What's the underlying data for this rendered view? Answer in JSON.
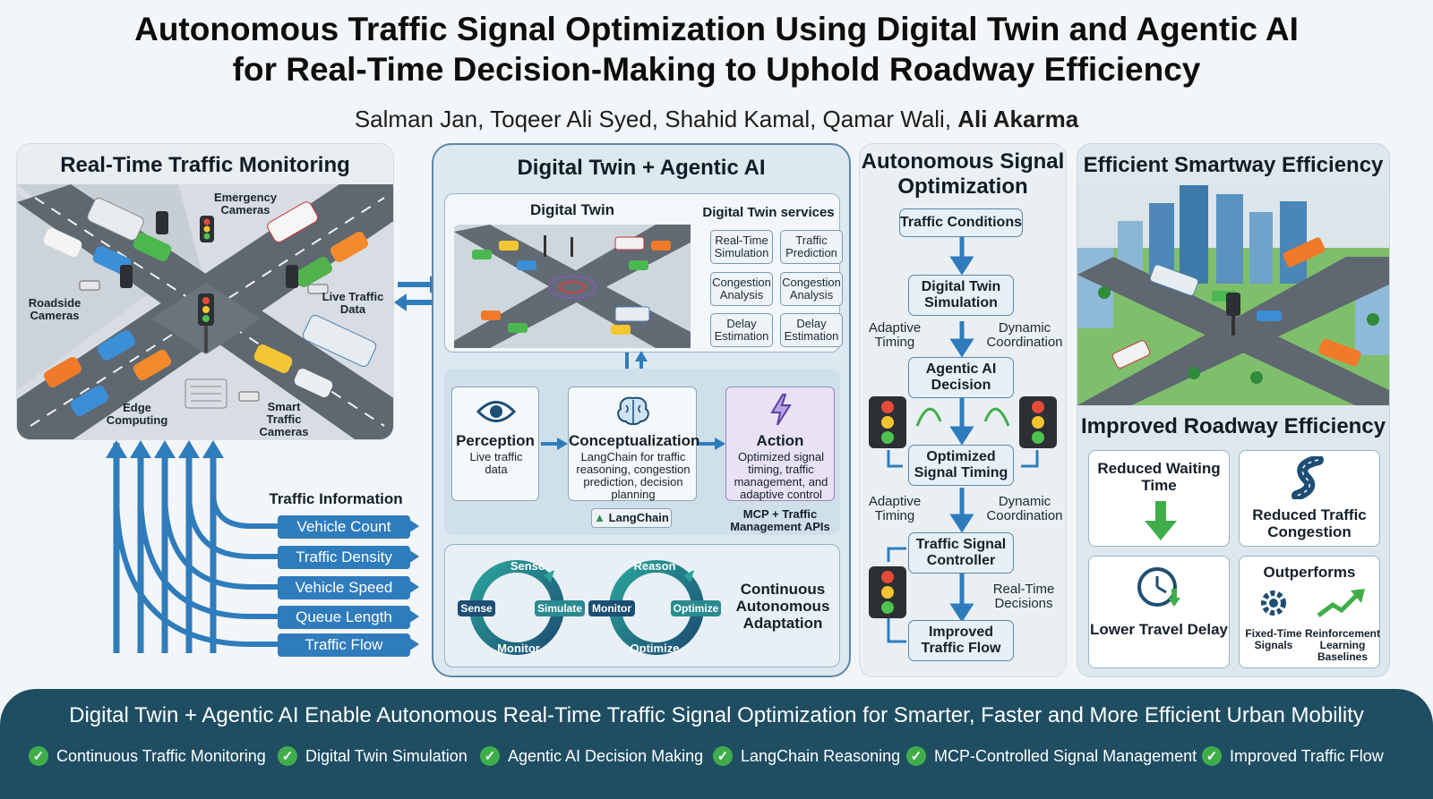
{
  "title_line1": "Autonomous Traffic Signal Optimization Using Digital Twin and Agentic AI",
  "title_line2": "for Real-Time Decision-Making to Uphold Roadway Efficiency",
  "authors": {
    "regular": "Salman Jan, Toqeer Ali Syed, Shahid Kamal, Qamar Wali, ",
    "bold": "Ali Akarma"
  },
  "monitoring": {
    "title": "Real-Time Traffic Monitoring",
    "labels": {
      "emergency_cameras": "Emergency Cameras",
      "roadside_cameras": "Roadside Cameras",
      "live_traffic_data": "Live Traffic Data",
      "edge_computing": "Edge Computing",
      "smart_traffic_cameras": "Smart Traffic Cameras"
    }
  },
  "traffic_info": {
    "title": "Traffic Information",
    "items": [
      "Vehicle Count",
      "Traffic Density",
      "Vehicle Speed",
      "Queue Length",
      "Traffic Flow"
    ]
  },
  "dt_panel": {
    "title": "Digital Twin + Agentic AI",
    "digital_twin_label": "Digital Twin",
    "services_title": "Digital Twin services",
    "services": [
      "Real-Time Simulation",
      "Traffic Prediction",
      "Congestion Analysis",
      "Congestion Analysis",
      "Delay Estimation",
      "Delay Estimation"
    ],
    "perception": {
      "title": "Perception",
      "desc": "Live traffic data"
    },
    "conceptualization": {
      "title": "Conceptualization",
      "desc": "LangChain for traffic reasoning, congestion prediction, decision planning"
    },
    "action": {
      "title": "Action",
      "desc": "Optimized signal timing, traffic management, and adaptive control"
    },
    "langchain_badge": "LangChain",
    "mcp_label": "MCP + Traffic Management APIs",
    "cycle1": {
      "top": "Sense",
      "left": "Sense",
      "right": "Simulate",
      "bottom": "Monitor"
    },
    "cycle2": {
      "top": "Reason",
      "left": "Monitor",
      "right": "Optimize",
      "bottom": "Optimize"
    },
    "continuous": "Continuous Autonomous Adaptation"
  },
  "optimization": {
    "title": "Autonomous Signal Optimization",
    "steps": [
      "Traffic Conditions",
      "Digital Twin Simulation",
      "Agentic AI Decision",
      "Optimized Signal Timing",
      "Traffic Signal Controller",
      "Improved Traffic Flow"
    ],
    "side_labels": {
      "adaptive1": "Adaptive Timing",
      "dynamic1": "Dynamic Coordination",
      "adaptive2": "Adaptive Timing",
      "dynamic2": "Dynamic Coordination",
      "realtime": "Real-Time Decisions"
    }
  },
  "efficiency": {
    "title": "Efficient Smartway Efficiency",
    "subtitle": "Improved Roadway Efficiency",
    "cards": {
      "waiting": "Reduced Waiting Time",
      "congestion": "Reduced Traffic Congestion",
      "delay": "Lower Travel Delay",
      "outperforms": "Outperforms",
      "fixed": "Fixed-Time Signals",
      "rl": "Reinforcement Learning Baselines"
    }
  },
  "banner": {
    "headline": "Digital Twin + Agentic AI Enable Autonomous Real-Time Traffic Signal Optimization for Smarter, Faster and More Efficient Urban Mobility",
    "checks": [
      "Continuous Traffic Monitoring",
      "Digital Twin Simulation",
      "Agentic AI Decision Making",
      "LangChain Reasoning",
      "MCP-Controlled Signal Management",
      "Improved Traffic Flow"
    ]
  },
  "colors": {
    "accent_blue": "#2f7cbd",
    "banner_bg": "#1f4e63",
    "check_green": "#3fae4a",
    "action_purple": "#e9e2f5"
  }
}
